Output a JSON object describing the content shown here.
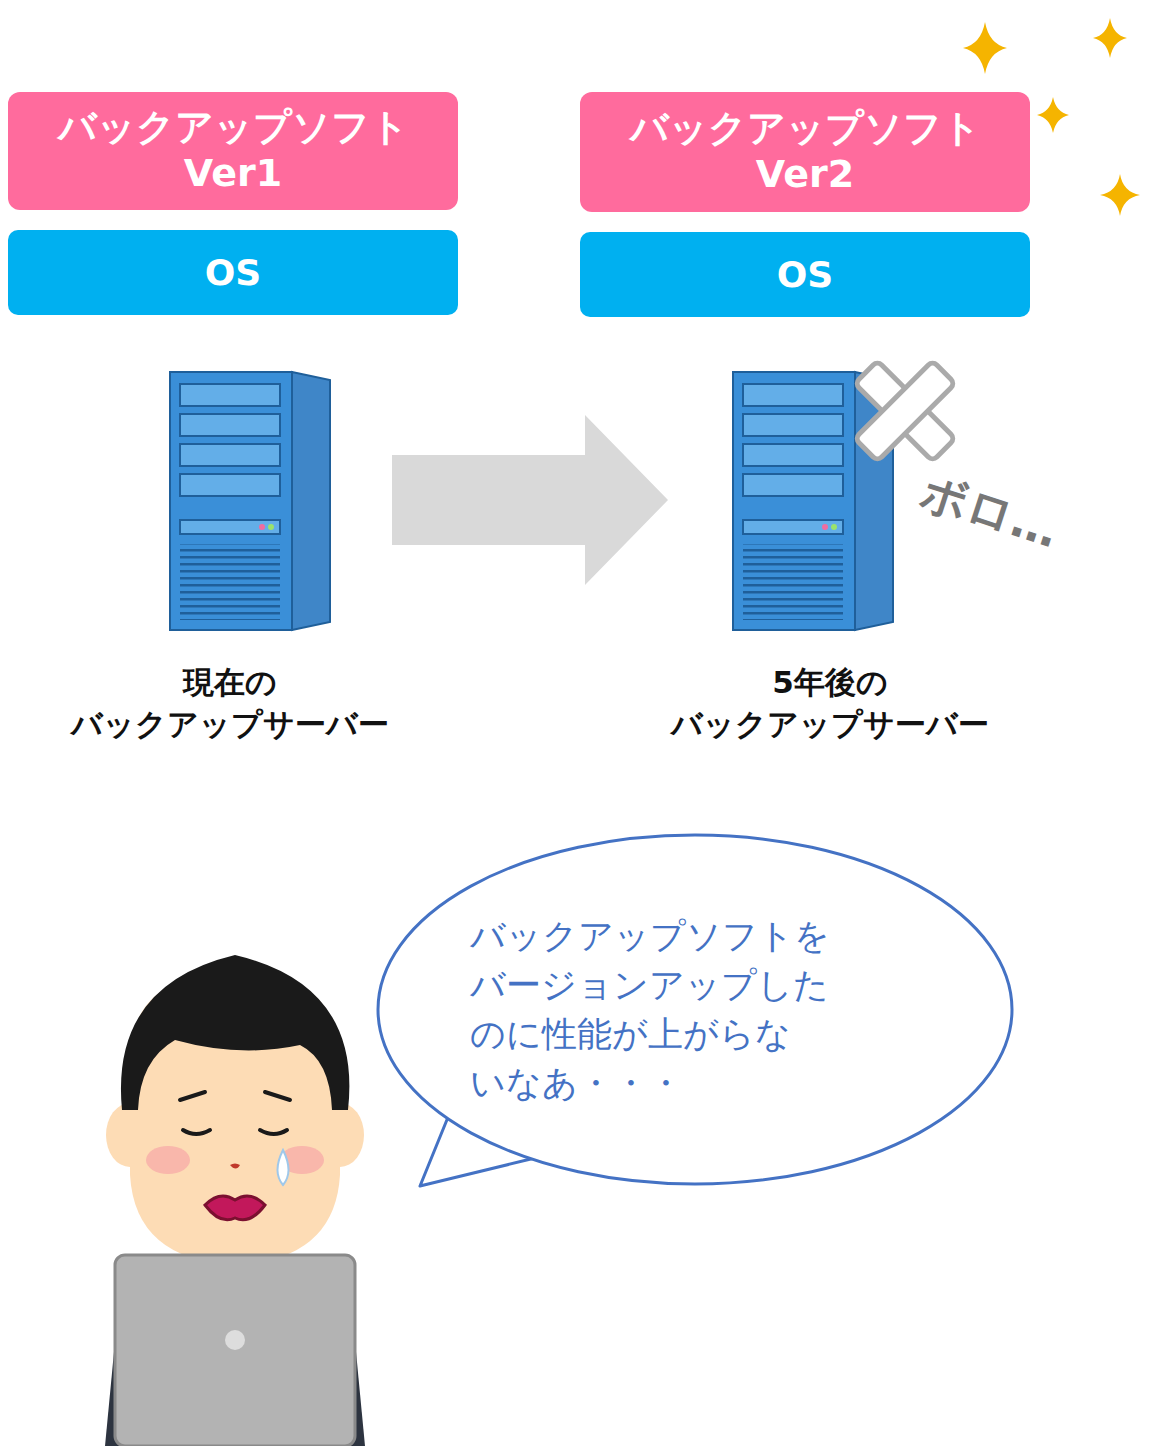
{
  "diagram": {
    "nodes": [
      {
        "text": [
          "バックアップソフト Ver1"
        ]
      },
      {
        "text": [
          "OS"
        ]
      },
      {
        "text": [
          "バックアップソフト Ver2"
        ]
      },
      {
        "text": [
          "OS"
        ]
      },
      {
        "text": [
          "バックアップソフトを バージョンアップした のに性能が上がらな いなあ・・・"
        ]
      }
    ],
    "labels": [
      "現在の バックアップサーバー",
      "5年後の バックアップサーバー",
      "ボロ…"
    ]
  }
}
